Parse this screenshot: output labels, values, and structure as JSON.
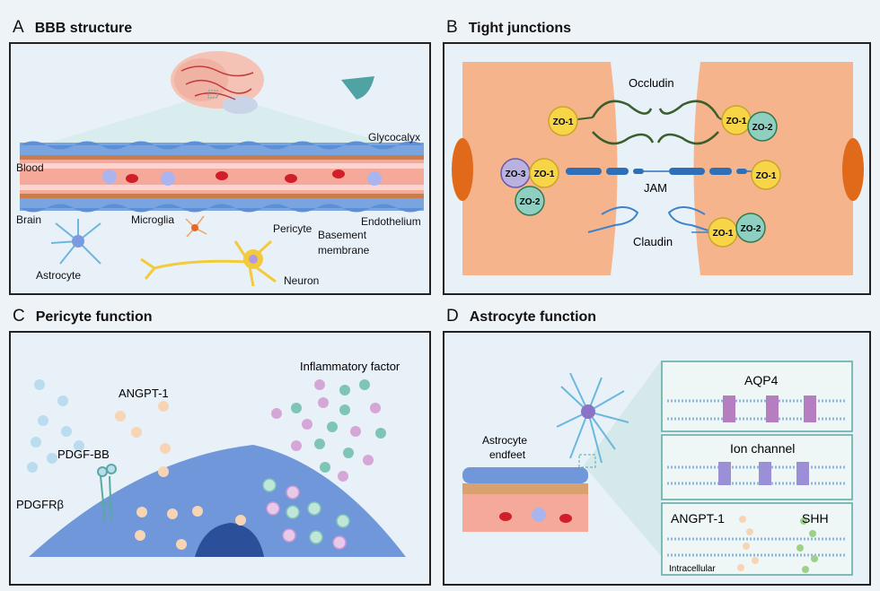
{
  "panels": {
    "a": {
      "letter": "A",
      "title": "BBB structure",
      "labels": {
        "glycocalyx": "Glycocalyx",
        "blood": "Blood",
        "brain": "Brain",
        "microglia": "Microglia",
        "pericyte": "Pericyte",
        "endothelium": "Endothelium",
        "basement1": "Basement",
        "basement2": "membrane",
        "astrocyte": "Astrocyte",
        "neuron": "Neuron"
      }
    },
    "b": {
      "letter": "B",
      "title": "Tight junctions",
      "labels": {
        "occludin": "Occludin",
        "jam": "JAM",
        "claudin": "Claudin",
        "zo1": "ZO-1",
        "zo2": "ZO-2",
        "zo3": "ZO-3"
      }
    },
    "c": {
      "letter": "C",
      "title": "Pericyte function",
      "labels": {
        "angpt1": "ANGPT-1",
        "inflammatory": "Inflammatory factor",
        "pdgfbb": "PDGF-BB",
        "pdgfrb": "PDGFRβ"
      }
    },
    "d": {
      "letter": "D",
      "title": "Astrocyte function",
      "labels": {
        "endfeet1": "Astrocyte",
        "endfeet2": "endfeet",
        "aqp4": "AQP4",
        "ionchannel": "Ion channel",
        "angpt1": "ANGPT-1",
        "shh": "SHH",
        "intracellular": "Intracellular"
      }
    }
  },
  "colors": {
    "vessel": "#f5a99a",
    "endothelium": "#5b8fd6",
    "cell": "#7ea6e0",
    "tight_cell": "#f6b48c",
    "zo1": "#f7d547",
    "zo2": "#8fcfc2",
    "zo3": "#b9b2e0"
  }
}
